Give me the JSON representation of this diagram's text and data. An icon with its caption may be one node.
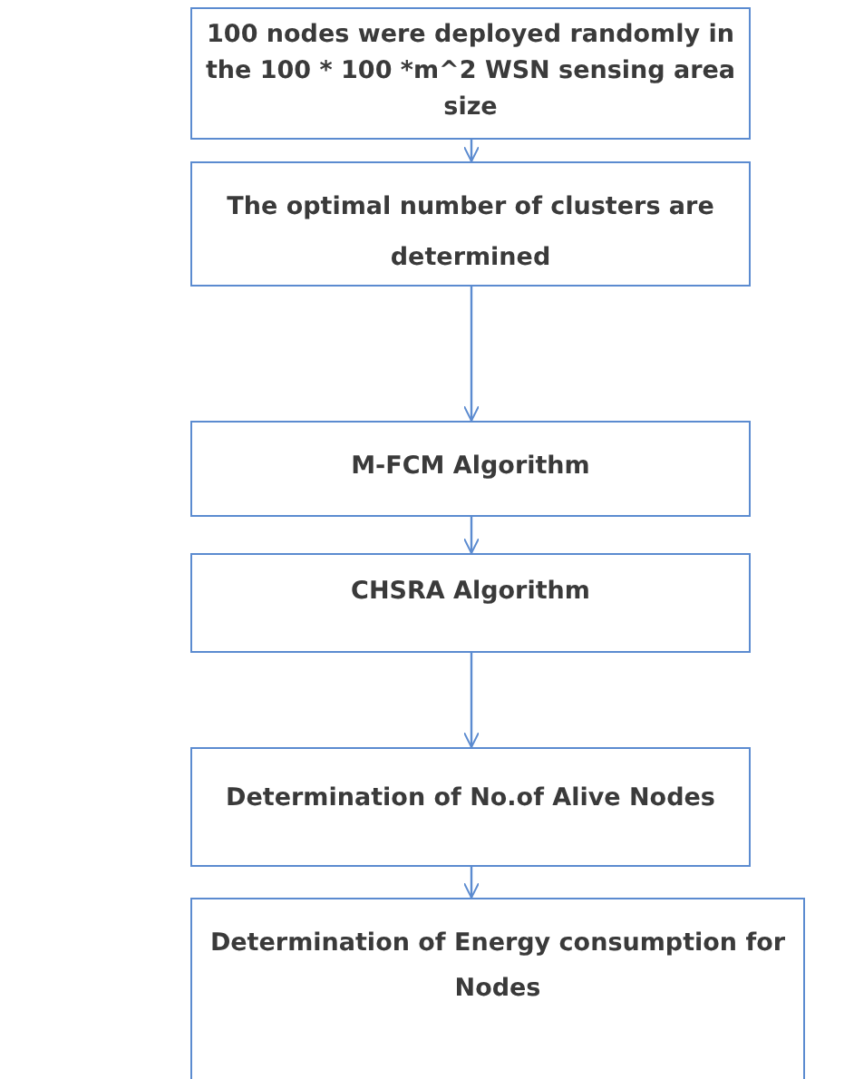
{
  "diagram": {
    "nodes": [
      {
        "text": [
          "100  nodes were deployed randomly in the 100 * 100 *m^2 WSN sensing area size"
        ]
      },
      {
        "text": [
          "The optimal number of clusters are determined"
        ]
      },
      {
        "text": [
          "M-FCM Algorithm"
        ]
      },
      {
        "text": [
          "CHSRA Algorithm"
        ]
      },
      {
        "text": [
          "Determination of No.of Alive Nodes"
        ]
      },
      {
        "text": [
          "Determination of Energy consumption for Nodes"
        ]
      }
    ],
    "edges": [
      {
        "from": 0,
        "to": 1,
        "arrow": "to"
      },
      {
        "from": 1,
        "to": 2,
        "arrow": "to"
      },
      {
        "from": 2,
        "to": 3,
        "arrow": "to"
      },
      {
        "from": 3,
        "to": 4,
        "arrow": "to"
      },
      {
        "from": 4,
        "to": 5,
        "arrow": "to"
      }
    ]
  }
}
